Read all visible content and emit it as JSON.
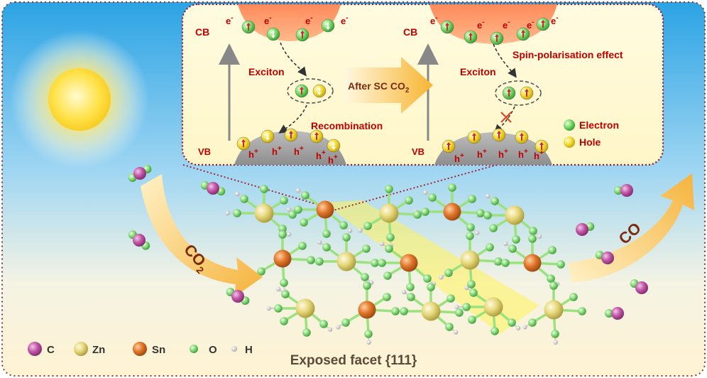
{
  "inset": {
    "left": {
      "cb_label": "CB",
      "vb_label": "VB",
      "exciton_label": "Exciton",
      "recombination_label": "Recombination",
      "electron_symbol": "e",
      "electron_charge": "-",
      "hole_symbol": "h",
      "hole_charge": "+"
    },
    "middle_arrow_label": "After SC CO",
    "middle_arrow_subscript": "2",
    "right": {
      "cb_label": "CB",
      "vb_label": "VB",
      "exciton_label": "Exciton",
      "effect_label": "Spin-polarisation effect",
      "electron_symbol": "e",
      "electron_charge": "-",
      "hole_symbol": "h",
      "hole_charge": "+"
    },
    "legend": {
      "electron": "Electron",
      "hole": "Hole"
    }
  },
  "gas_arrows": {
    "in_label": "CO",
    "in_subscript": "2",
    "out_label": "CO"
  },
  "atom_legend": [
    {
      "symbol": "C",
      "color": "#b54a9d"
    },
    {
      "symbol": "Zn",
      "color": "#e8d96a"
    },
    {
      "symbol": "Sn",
      "color": "#d2691e"
    },
    {
      "symbol": "O",
      "color": "#6fcf6f"
    },
    {
      "symbol": "H",
      "color": "#e6e6e6"
    }
  ],
  "caption": "Exposed facet {111}",
  "colors": {
    "label_red": "#c00000",
    "arrow_orange": "#f5b642",
    "sky_top": "#29a8e6",
    "sky_bottom": "#fff6d8",
    "frame_border": "#8b3a2a"
  }
}
